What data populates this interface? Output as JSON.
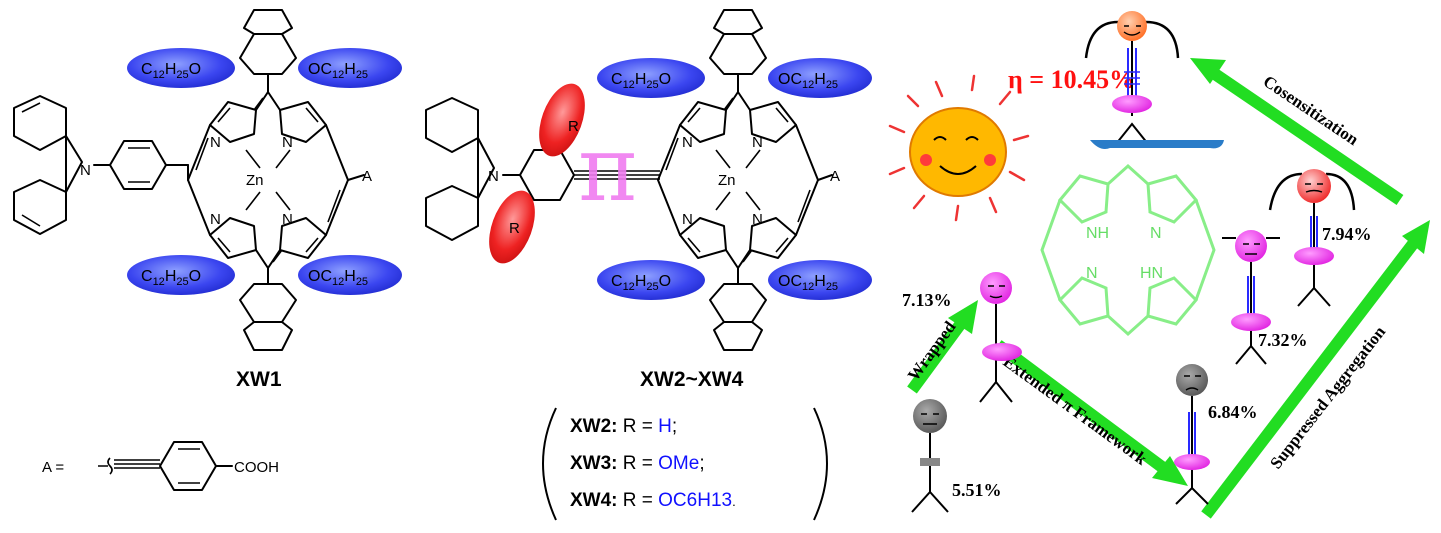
{
  "molecules": {
    "xw1_label": "XW1",
    "xw2_4_label": "XW2~XW4",
    "pi_symbol": "π",
    "metal": "Zn",
    "nitrogen": "N",
    "anchor_A": "A",
    "r_group": "R",
    "substituent_left": "C12H25O",
    "substituent_right": "OC12H25",
    "a_definition_prefix": "A =",
    "a_definition_suffix": "COOH"
  },
  "r_definitions": [
    {
      "name": "XW2:",
      "prefix": "R = ",
      "value": "H",
      "suffix": ";"
    },
    {
      "name": "XW3:",
      "prefix": "R = ",
      "value": "OMe",
      "suffix": ";"
    },
    {
      "name": "XW4:",
      "prefix": "R = ",
      "value": "OC6H13",
      "suffix": "."
    }
  ],
  "efficiency": {
    "eta_label": "η = 10.45%",
    "values": [
      "5.51%",
      "7.13%",
      "6.84%",
      "7.32%",
      "7.94%"
    ]
  },
  "arrows": {
    "wrapped": "Wrapped",
    "extended": "Extended π Framework",
    "suppressed": "Suppressed Aggregation",
    "cosensitization": "Cosensitization"
  },
  "porphyrin_labels": {
    "nh1": "NH",
    "n1": "N",
    "n2": "N",
    "hn": "HN"
  },
  "colors": {
    "blue_ellipse": "#3a3ff0",
    "red_ellipse": "#ef2020",
    "pi_pink": "#f07cf0",
    "arrow_green": "#22dd22",
    "porphyrin_green": "#88ee88",
    "eta_red": "#ff1010",
    "r_value_blue": "#1010ff",
    "magenta": "#ee22ee",
    "sun_yellow": "#ffb800",
    "ray_red": "#ee3333",
    "skate_blue": "#2a7cc8"
  }
}
